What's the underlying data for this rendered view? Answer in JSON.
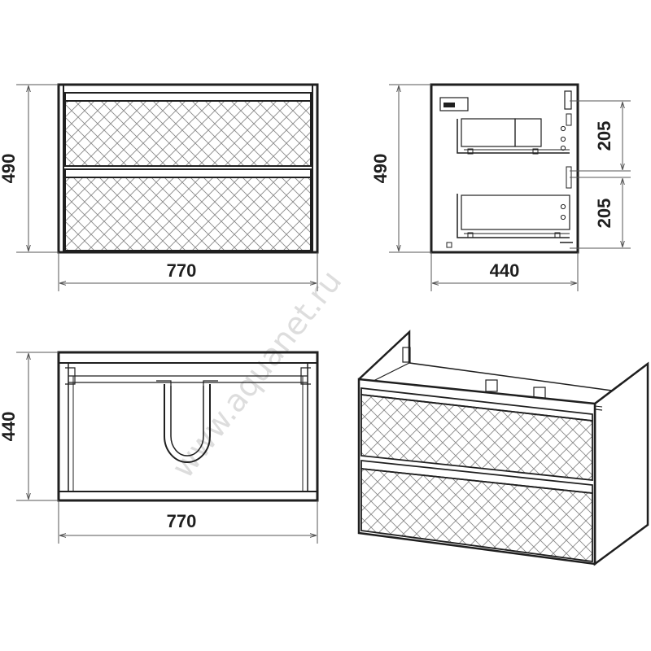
{
  "watermark": "www.aquanet.ru",
  "views": {
    "front": {
      "width_label": "770",
      "height_label": "490"
    },
    "side": {
      "depth_label": "440",
      "height_label": "490",
      "drawer_top_label": "205",
      "drawer_bottom_label": "205"
    },
    "top": {
      "width_label": "770",
      "depth_label": "440"
    }
  },
  "colors": {
    "line": "#1f1f1f",
    "dim_line": "#555555",
    "hatch": "#888888",
    "watermark": "#dddddd"
  }
}
